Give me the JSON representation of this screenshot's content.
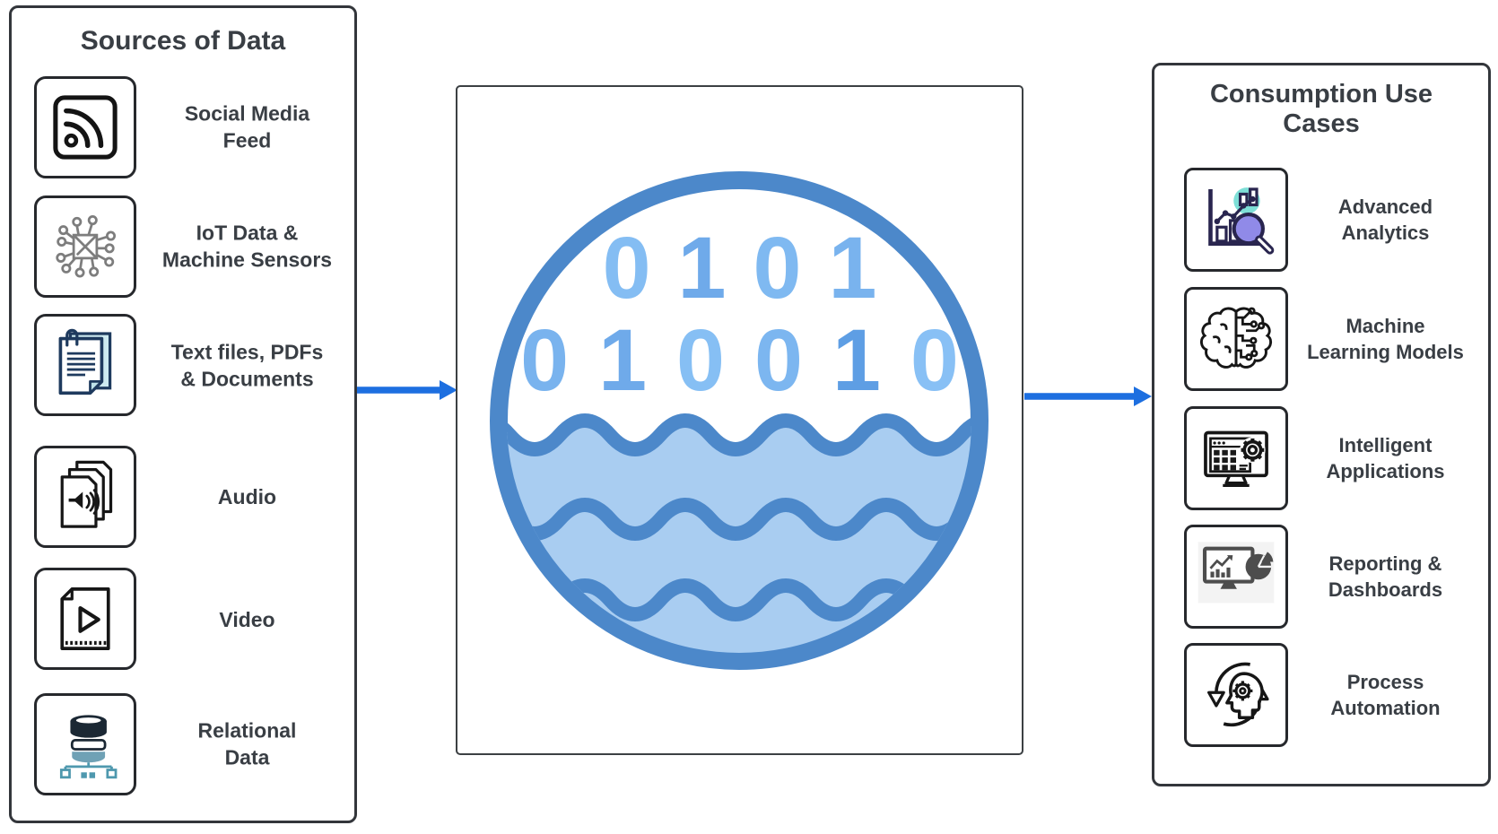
{
  "left_panel": {
    "title": "Sources of Data",
    "items": [
      {
        "label": "Social Media\nFeed",
        "icon": "rss-feed-icon"
      },
      {
        "label": "IoT Data &\nMachine Sensors",
        "icon": "iot-circuit-icon"
      },
      {
        "label": "Text files, PDFs\n& Documents",
        "icon": "documents-icon"
      },
      {
        "label": "Audio",
        "icon": "audio-file-icon"
      },
      {
        "label": "Video",
        "icon": "video-file-icon"
      },
      {
        "label": "Relational\nData",
        "icon": "database-network-icon"
      }
    ]
  },
  "center": {
    "icon": "data-lake-icon",
    "binary_rows": [
      {
        "digits": [
          "0",
          "1",
          "0",
          "1"
        ],
        "colors": [
          "#84BDF3",
          "#6FAAEA",
          "#7FB9F1",
          "#79B3EE"
        ]
      },
      {
        "digits": [
          "0",
          "1",
          "0",
          "0",
          "1",
          "0"
        ],
        "colors": [
          "#79B3EE",
          "#6FAAEA",
          "#86BFF4",
          "#7CB6F0",
          "#5E9EE4",
          "#88C0F5"
        ]
      }
    ],
    "colors": {
      "circle_stroke": "#4C88CA",
      "water_fill": "#A9CDF1",
      "wave_stroke": "#4C88CA"
    }
  },
  "right_panel": {
    "title": "Consumption Use\nCases",
    "items": [
      {
        "label": "Advanced\nAnalytics",
        "icon": "analytics-magnifier-icon"
      },
      {
        "label": "Machine\nLearning Models",
        "icon": "brain-circuit-icon"
      },
      {
        "label": "Intelligent\nApplications",
        "icon": "app-gear-monitor-icon"
      },
      {
        "label": "Reporting &\nDashboards",
        "icon": "dashboard-pie-monitor-icon"
      },
      {
        "label": "Process\nAutomation",
        "icon": "automation-head-gear-icon"
      }
    ]
  },
  "arrows": {
    "color": "#1D6FE0"
  }
}
